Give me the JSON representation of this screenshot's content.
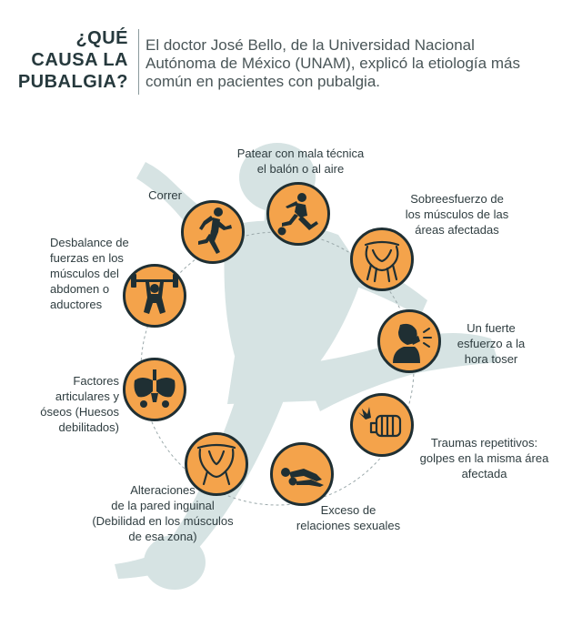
{
  "header": {
    "title_lines": [
      "¿QUÉ",
      "CAUSA LA",
      "PUBALGIA?"
    ],
    "intro_lines": [
      "El doctor José Bello, de la Universidad Nacional",
      "Autónoma de México (UNAM), explicó la etiología más",
      "común en pacientes con pubalgia."
    ]
  },
  "colors": {
    "accent": "#f4a34b",
    "outline": "#1f2f33",
    "silhouette": "#d6e3e3",
    "title": "#26393d"
  },
  "causes": [
    {
      "icon": "kicking-player-icon",
      "lines": [
        "Patear con mala técnica",
        "el balón o al aire"
      ]
    },
    {
      "icon": "muscles-pelvis-icon",
      "lines": [
        "Sobreesfuerzo de",
        "los músculos de las",
        "áreas afectadas"
      ]
    },
    {
      "icon": "coughing-person-icon",
      "lines": [
        "Un fuerte",
        "esfuerzo a la",
        "hora toser"
      ]
    },
    {
      "icon": "fist-impact-icon",
      "lines": [
        "Traumas repetitivos:",
        "golpes en la misma área",
        "afectada"
      ]
    },
    {
      "icon": "couple-lying-icon",
      "lines": [
        "Exceso de",
        "relaciones sexuales"
      ]
    },
    {
      "icon": "inguinal-wall-icon",
      "lines": [
        "Alteraciones",
        "de la pared inguinal",
        "(Debilidad en los músculos",
        "de esa zona)"
      ]
    },
    {
      "icon": "pelvis-bone-icon",
      "lines": [
        "Factores",
        "articulares y",
        "óseos (Huesos",
        "debilitados)"
      ]
    },
    {
      "icon": "weightlifter-icon",
      "lines": [
        "Desbalance de",
        "fuerzas en los",
        "músculos del",
        "abdomen o",
        "aductores"
      ]
    },
    {
      "icon": "running-person-icon",
      "lines": [
        "Correr"
      ]
    }
  ]
}
